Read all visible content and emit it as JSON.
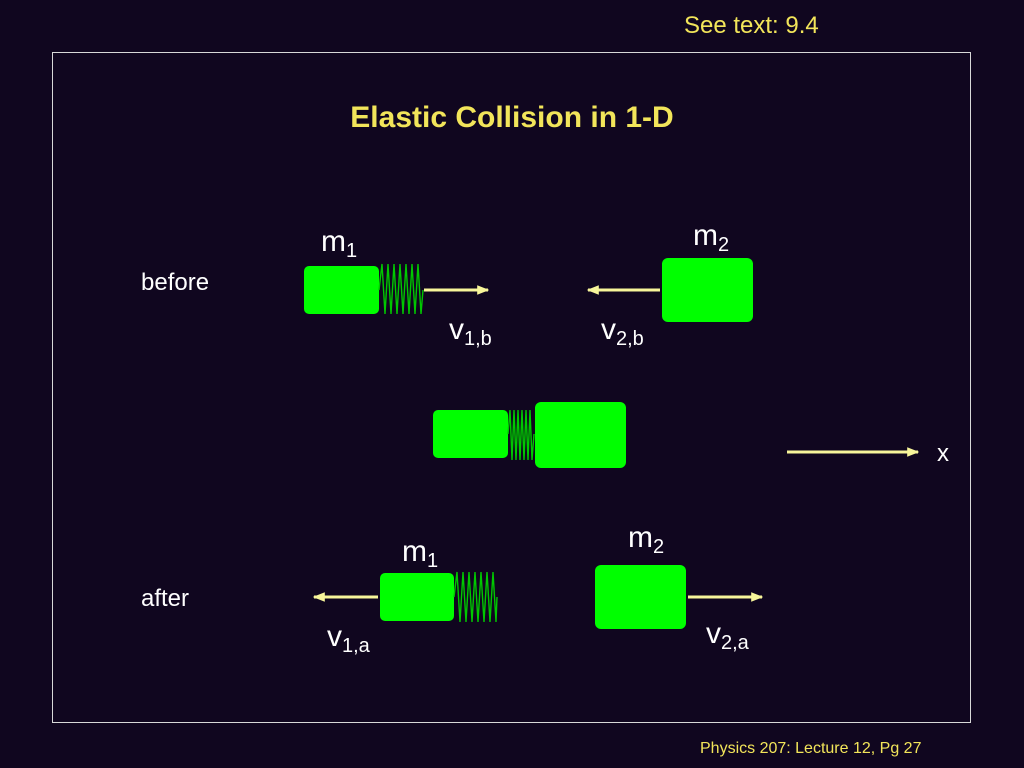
{
  "header": {
    "reference": "See text:  9.4"
  },
  "slide": {
    "title": "Elastic Collision in 1-D"
  },
  "before": {
    "label": "before",
    "mass1": {
      "base": "m",
      "sub": "1"
    },
    "mass2": {
      "base": "m",
      "sub": "2"
    },
    "velocity1": {
      "base": "v",
      "sub": "1,b"
    },
    "velocity2": {
      "base": "v",
      "sub": "2,b"
    }
  },
  "axis": {
    "label": "x"
  },
  "after": {
    "label": "after",
    "mass1": {
      "base": "m",
      "sub": "1"
    },
    "mass2": {
      "base": "m",
      "sub": "2"
    },
    "velocity1": {
      "base": "v",
      "sub": "1,a"
    },
    "velocity2": {
      "base": "v",
      "sub": "2,a"
    }
  },
  "colors": {
    "block": "#00ff00",
    "spring": "#00c800",
    "arrow": "#f7f59a",
    "accent": "#f2e55a",
    "background": "#10061f"
  },
  "footer": {
    "text": "Physics 207: Lecture 12, Pg 27"
  }
}
